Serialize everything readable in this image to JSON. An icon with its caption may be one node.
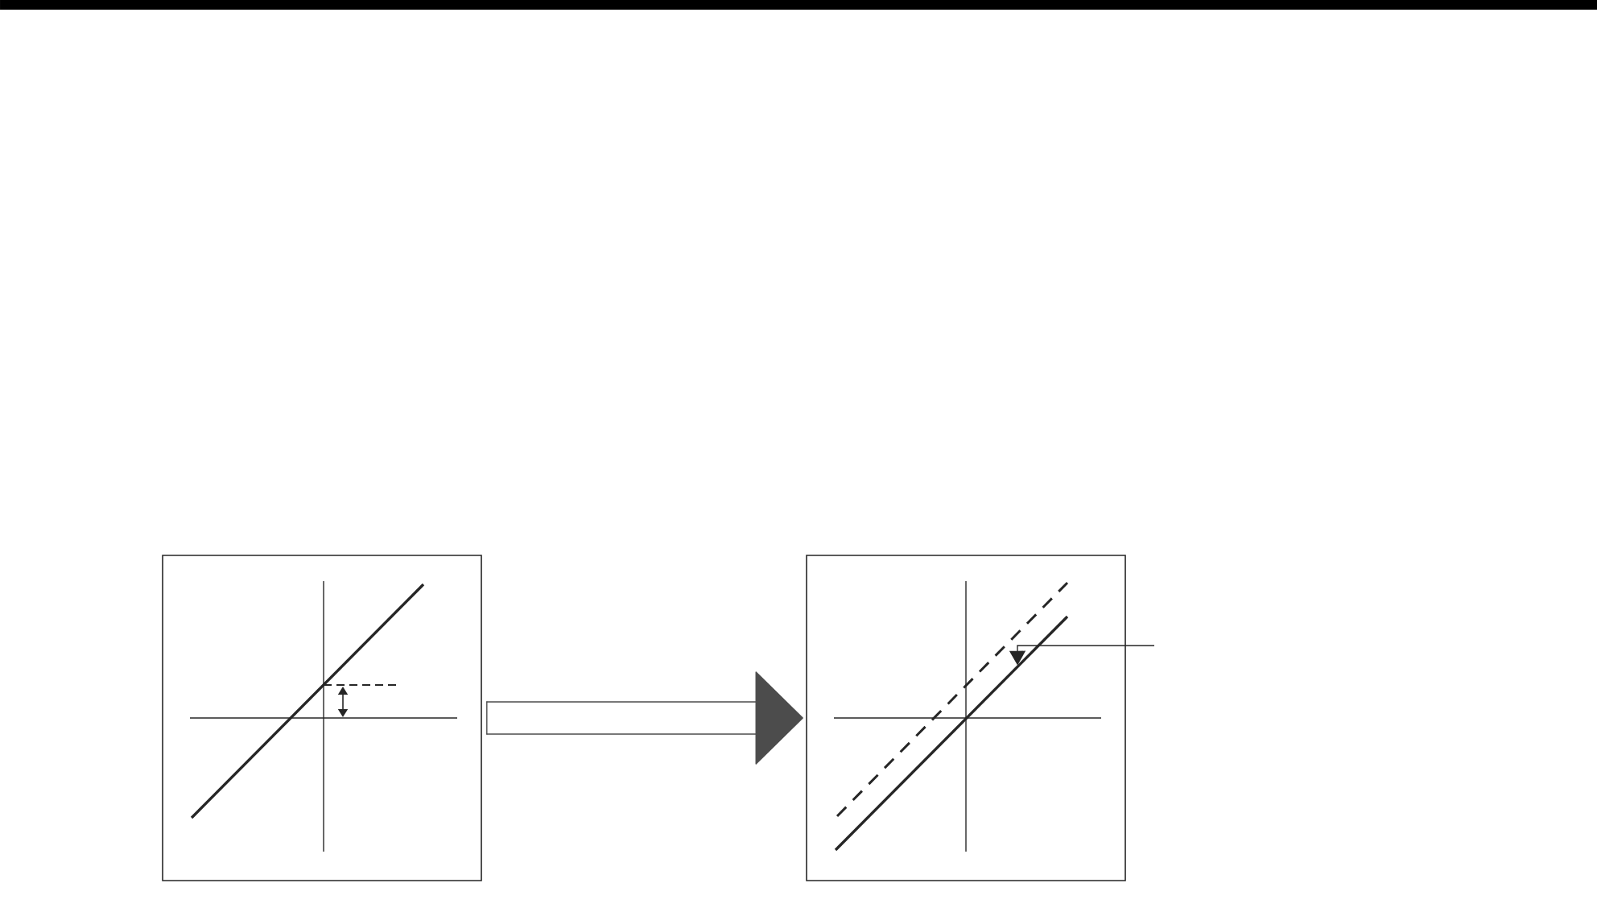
{
  "diagram": {
    "nodes": [
      {
        "text": [],
        "shape": "box"
      },
      {
        "text": [],
        "shape": "box"
      },
      {
        "text": [],
        "shape": "line",
        "in": 1
      }
    ],
    "edges": [
      {
        "from": 0,
        "to": 1,
        "arrow": "to"
      },
      {
        "from": null,
        "to": 2,
        "arrow": "to"
      }
    ]
  }
}
